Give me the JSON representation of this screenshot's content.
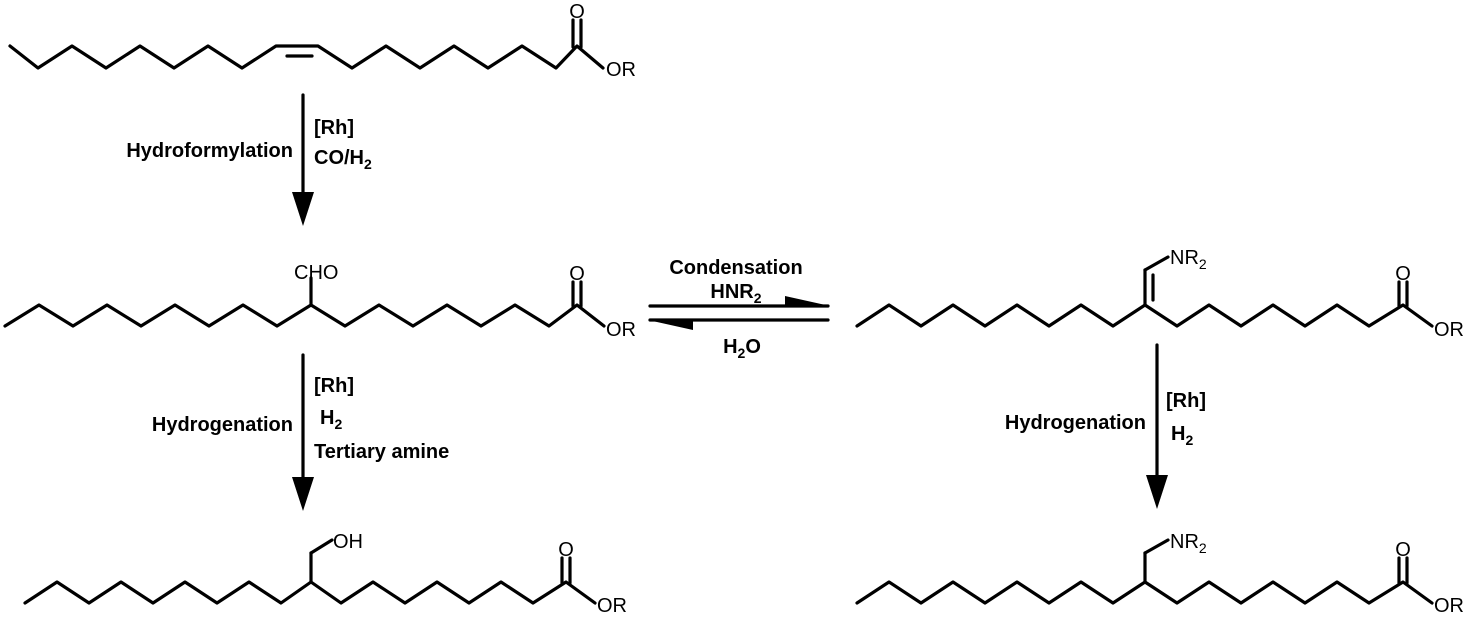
{
  "molecules": {
    "oleate": {
      "carbonyl_o": "O",
      "ester": "OR"
    },
    "aldehyde": {
      "substituent": "CHO",
      "carbonyl_o": "O",
      "ester": "OR"
    },
    "alcohol": {
      "substituent": "OH",
      "carbonyl_o": "O",
      "ester": "OR"
    },
    "enamine": {
      "substituent": "NR",
      "substituent_sub": "2",
      "carbonyl_o": "O",
      "ester": "OR"
    },
    "amine": {
      "substituent": "NR",
      "substituent_sub": "2",
      "carbonyl_o": "O",
      "ester": "OR"
    }
  },
  "steps": {
    "hydroformylation": {
      "name": "Hydroformylation",
      "catalyst": "[Rh]",
      "reagent": "CO/H",
      "reagent_sub": "2"
    },
    "hydrogenation_left": {
      "name": "Hydrogenation",
      "catalyst": "[Rh]",
      "reagent": "H",
      "reagent_sub": "2",
      "additive": "Tertiary amine"
    },
    "condensation": {
      "name": "Condensation",
      "reagent": "HNR",
      "reagent_sub": "2",
      "reverse_reagent": "H",
      "reverse_reagent_sub": "2",
      "reverse_reagent_tail": "O"
    },
    "hydrogenation_right": {
      "name": "Hydrogenation",
      "catalyst": "[Rh]",
      "reagent": "H",
      "reagent_sub": "2"
    }
  }
}
